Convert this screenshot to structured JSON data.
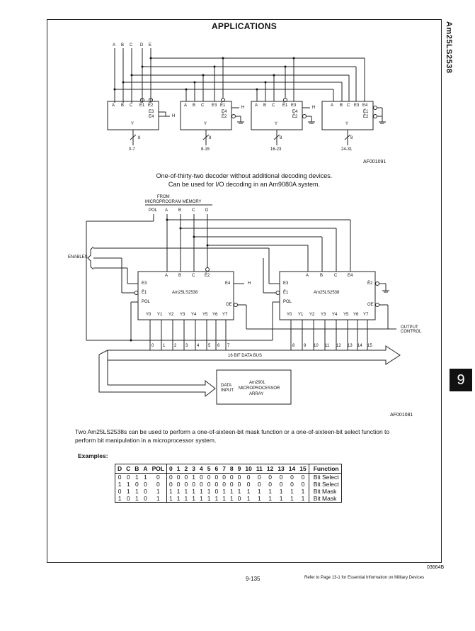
{
  "page": {
    "title": "APPLICATIONS",
    "side_id": "Am25LS2538",
    "section_tab": "9",
    "page_number": "9-135",
    "reference_note": "Refer to Page 13-1 for Essential Information on Military Devices",
    "doc_number": "03664B"
  },
  "figure1": {
    "inputs": [
      "A",
      "B",
      "C",
      "D",
      "E"
    ],
    "chips": [
      {
        "pins": [
          "A",
          "B",
          "C",
          "Ē1",
          "Ē2"
        ],
        "enables": [
          "E3",
          "E4"
        ],
        "h": "H",
        "out": "Y",
        "range": "0-7"
      },
      {
        "pins": [
          "A",
          "B",
          "C",
          "E3",
          "Ē1"
        ],
        "enables": [
          "E4",
          "Ē2"
        ],
        "h": "H",
        "out": "Y",
        "range": "8-15"
      },
      {
        "pins": [
          "A",
          "B",
          "C",
          "Ē1",
          "E3"
        ],
        "enables": [
          "E4",
          "Ē2"
        ],
        "h": "H",
        "out": "Y",
        "range": "16-23"
      },
      {
        "pins": [
          "A",
          "B",
          "C",
          "E3",
          "E4"
        ],
        "enables": [
          "Ē1",
          "Ē2"
        ],
        "h": "",
        "out": "Y",
        "range": "24-31"
      }
    ],
    "bus_width": "8",
    "ref": "AF001091",
    "caption_line1": "One-of-thirty-two decoder without additional decoding devices.",
    "caption_line2": "Can be used for I/O decoding in an Am9080A system."
  },
  "figure2": {
    "from_label": "FROM",
    "memory_label": "MICROPROGRAM MEMORY",
    "inputs": [
      "POL",
      "A",
      "B",
      "C",
      "D"
    ],
    "enables_label": "ENABLES",
    "chip_name": "Am25LS2538",
    "left_pins": [
      "E3",
      "Ē1",
      "POL"
    ],
    "top_pins": [
      "A",
      "B",
      "C",
      "Ē2"
    ],
    "right_pin_left": "E4",
    "right_pin_right": "Ē2",
    "top_pins_right": [
      "A",
      "B",
      "C",
      "E4"
    ],
    "oe_label": "OE",
    "h_label": "H",
    "outputs": [
      "Y0",
      "Y1",
      "Y2",
      "Y3",
      "Y4",
      "Y5",
      "Y6",
      "Y7"
    ],
    "output_control": "OUTPUT CONTROL",
    "bus_bits": [
      "0",
      "1",
      "2",
      "3",
      "4",
      "5",
      "6",
      "7",
      "8",
      "9",
      "10",
      "11",
      "12",
      "13",
      "14",
      "15"
    ],
    "bus_label": "16 BIT DATA BUS",
    "data_input": "DATA INPUT",
    "proc_line1": "Am2901",
    "proc_line2": "MICROPROCESSOR",
    "proc_line3": "ARRAY",
    "ref": "AF001081"
  },
  "description": "Two Am25LS2538s can be used to perform a one-of-sixteen-bit mask function or a one-of-sixteen-bit select function to perform bit manipulation in a microprocessor system.",
  "examples": {
    "heading": "Examples:",
    "headers": [
      "D",
      "C",
      "B",
      "A",
      "POL",
      "0",
      "1",
      "2",
      "3",
      "4",
      "5",
      "6",
      "7",
      "8",
      "9",
      "10",
      "11",
      "12",
      "13",
      "14",
      "15",
      "Function"
    ],
    "rows": [
      {
        "bits": [
          "0",
          "0",
          "1",
          "1",
          "0"
        ],
        "outs": [
          "0",
          "0",
          "0",
          "1",
          "0",
          "0",
          "0",
          "0",
          "0",
          "0",
          "0",
          "0",
          "0",
          "0",
          "0",
          "0"
        ],
        "fn": "Bit Select"
      },
      {
        "bits": [
          "1",
          "1",
          "0",
          "0",
          "0"
        ],
        "outs": [
          "0",
          "0",
          "0",
          "0",
          "0",
          "0",
          "0",
          "0",
          "0",
          "0",
          "0",
          "0",
          "0",
          "0",
          "0",
          "0"
        ],
        "fn": "Bit Select"
      },
      {
        "bits": [
          "0",
          "1",
          "1",
          "0",
          "1"
        ],
        "outs": [
          "1",
          "1",
          "1",
          "1",
          "1",
          "1",
          "0",
          "1",
          "1",
          "1",
          "1",
          "1",
          "1",
          "1",
          "1",
          "1"
        ],
        "fn": "Bit Mask"
      },
      {
        "bits": [
          "1",
          "0",
          "1",
          "0",
          "1"
        ],
        "outs": [
          "1",
          "1",
          "1",
          "1",
          "1",
          "1",
          "1",
          "1",
          "1",
          "0",
          "1",
          "1",
          "1",
          "1",
          "1",
          "1"
        ],
        "fn": "Bit Mask"
      }
    ]
  }
}
